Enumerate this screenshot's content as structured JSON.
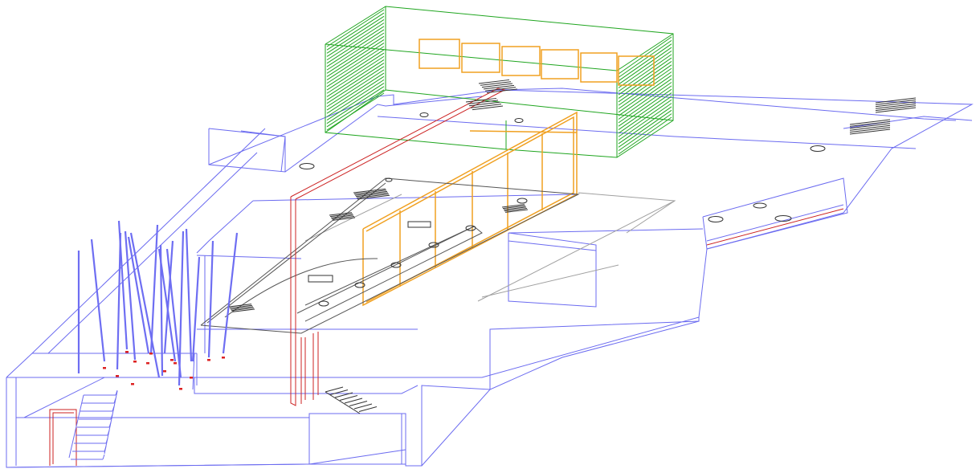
{
  "view": {
    "kind": "3d-wireframe-axonometric",
    "background": "#ffffff"
  },
  "palette": {
    "structure": "#6b6bf0",
    "walls_light": "#8a8aee",
    "column": "#6e6ef2",
    "upper_volume": "#1fa51f",
    "glazing": "#f0a020",
    "red_frame": "#cc2222",
    "fixtures": "#333333",
    "guide": "#999999"
  },
  "layers": [
    {
      "id": "site-and-platform",
      "icon": "wireframe-structure"
    },
    {
      "id": "upper-green-volume",
      "icon": "wireframe-box"
    },
    {
      "id": "orange-glazing",
      "icon": "window-frames"
    },
    {
      "id": "red-frames",
      "icon": "door-frames"
    },
    {
      "id": "columns",
      "icon": "tilted-columns"
    },
    {
      "id": "stairs",
      "icon": "staircase"
    },
    {
      "id": "fixtures",
      "icon": "skylights-and-fixtures"
    }
  ]
}
